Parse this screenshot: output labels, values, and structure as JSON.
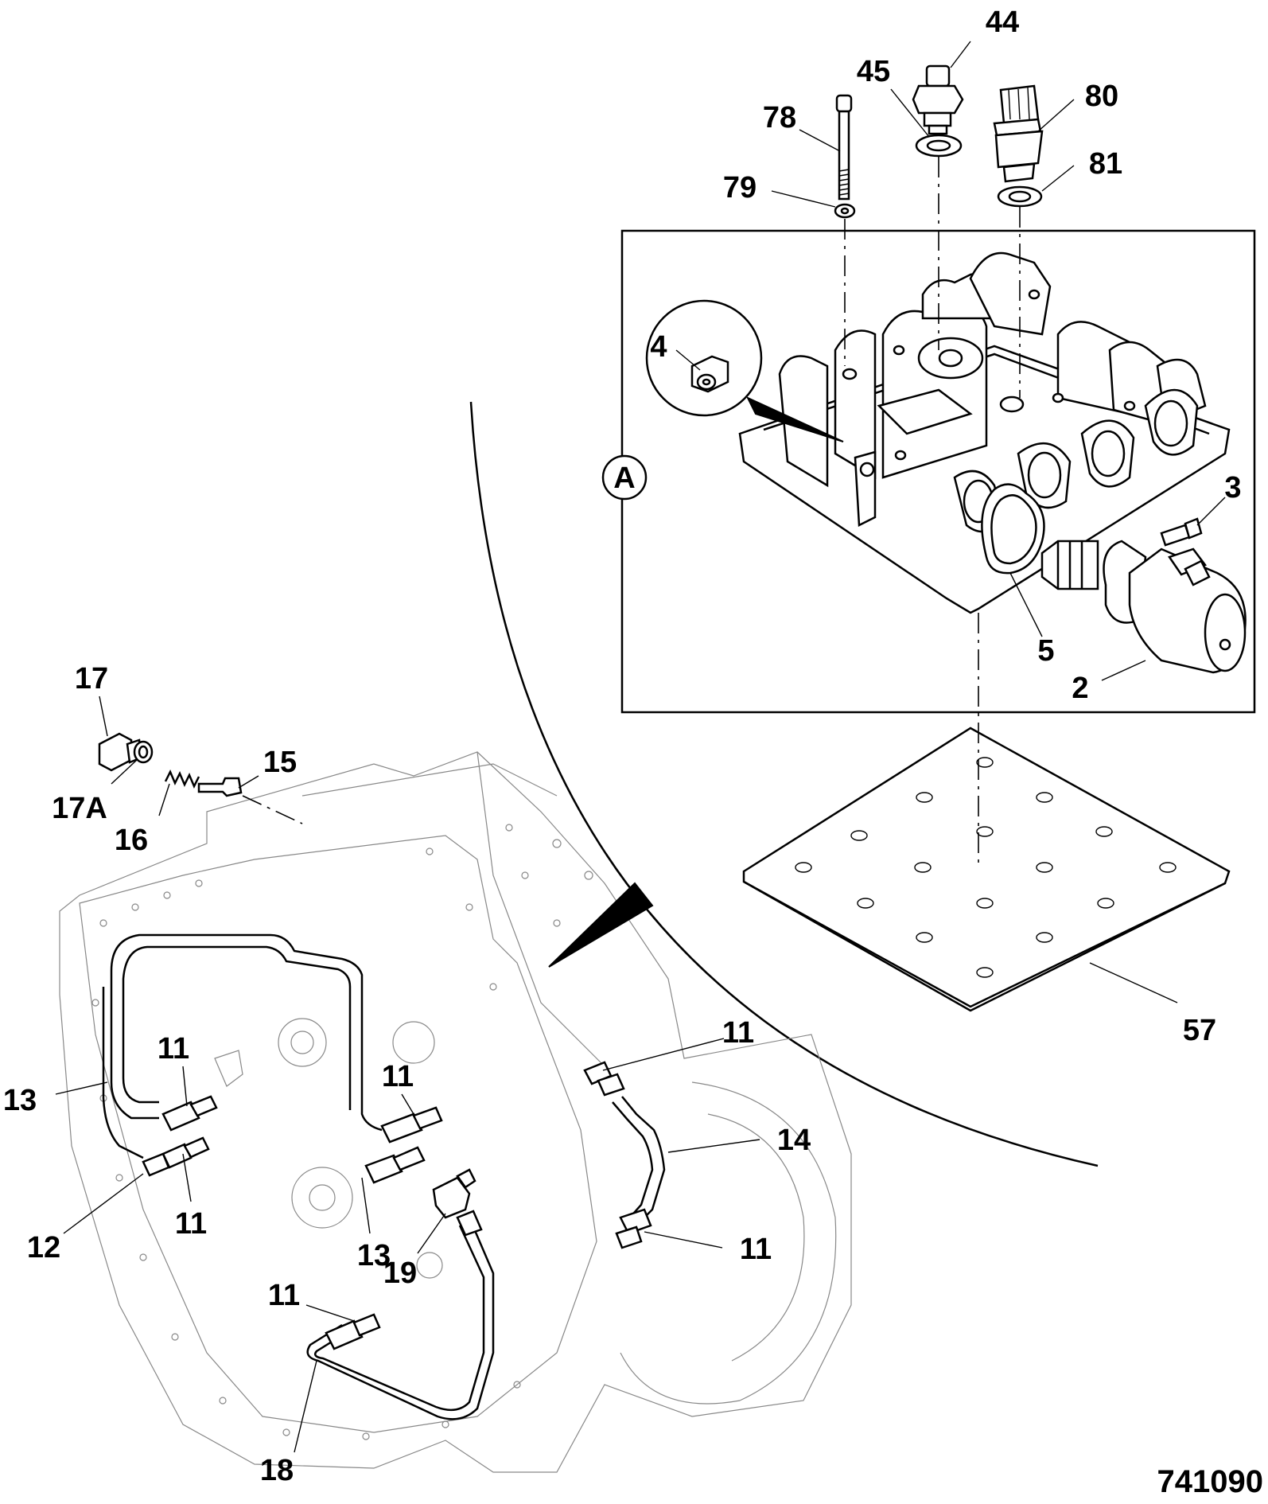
{
  "figure_number": "741090",
  "detail_marker": "A",
  "callouts": {
    "c44": "44",
    "c45": "45",
    "c80": "80",
    "c78": "78",
    "c81": "81",
    "c79": "79",
    "c4": "4",
    "c3": "3",
    "c5": "5",
    "c2": "2",
    "c57": "57",
    "c17": "17",
    "c17a": "17A",
    "c16": "16",
    "c15": "15",
    "c11a": "11",
    "c11b": "11",
    "c11c": "11",
    "c11d": "11",
    "c11e": "11",
    "c11f": "11",
    "c13a": "13",
    "c13b": "13",
    "c12": "12",
    "c19": "19",
    "c14": "14",
    "c18": "18"
  },
  "colors": {
    "ink": "#000000",
    "paper": "#ffffff",
    "housing": "#888888"
  }
}
